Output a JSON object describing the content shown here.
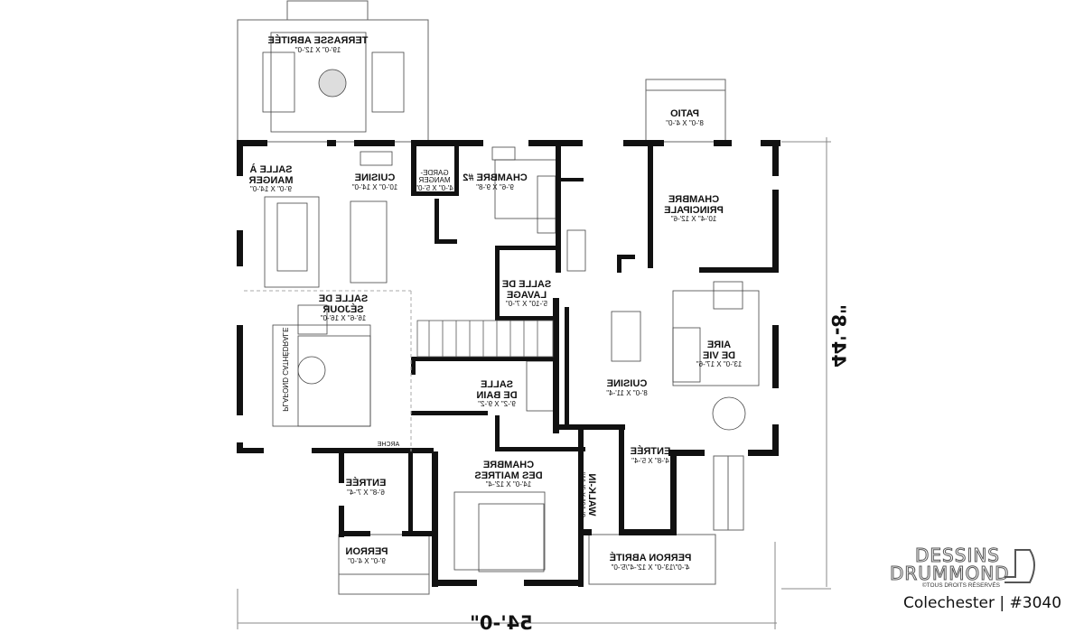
{
  "rooms": {
    "terrasse": {
      "name": "TERRASSE ABRITÉE",
      "dims": "19'-0\" X 12'-0\""
    },
    "patio": {
      "name": "PATIO",
      "dims": "8'-0\" X 4'-0\""
    },
    "salle_manger": {
      "name1": "SALLE À",
      "name2": "MANGER",
      "dims": "9'-0\" X 14'-0\""
    },
    "cuisine_left": {
      "name": "CUISINE",
      "dims": "10'-0\" X 14'-0\""
    },
    "garde_manger": {
      "name1": "GARDE-",
      "name2": "MANGER",
      "dims": "4'-0\" X 5'-0\""
    },
    "chambre2": {
      "name": "CHAMBRE #2",
      "dims": "9'-6\" X 9'-8\""
    },
    "chambre_principale": {
      "name1": "CHAMBRE",
      "name2": "PRINCIPALE",
      "dims": "10'-4\" X 12'-6\""
    },
    "salle_lavage": {
      "name1": "SALLE DE",
      "name2": "LAVAGE",
      "dims": "5'-10\" X 7'-0\""
    },
    "salle_sejour": {
      "name1": "SALLE DE",
      "name2": "SÉJOUR",
      "dims": "16'-6\" X 16'-0\""
    },
    "plafond": "PLAFOND CATHÉDRALE",
    "aire_vie": {
      "name1": "AIRE",
      "name2": "DE VIE",
      "dims": "13'-0\" X 17'-6\""
    },
    "cuisine_right": {
      "name": "CUISINE",
      "dims": "8'-0\" X 11'-4\""
    },
    "salle_bain": {
      "name1": "SALLE",
      "name2": "DE BAIN",
      "dims": "9'-2\" X 9'-2\""
    },
    "arche": "ARCHE",
    "entree_left": {
      "name": "ENTRÉE",
      "dims": "6'-8\" X 7'-4\""
    },
    "chambre_maitres": {
      "name1": "CHAMBRE",
      "name2": "DES MAITRES",
      "dims": "14'-0\" X 12'-4\""
    },
    "walk_in": {
      "name": "WALK-IN",
      "dims": "8'-10\" X 3'-11\""
    },
    "entree_right": {
      "name": "ENTRÉE",
      "dims": "4'-8\" X 5'-4\""
    },
    "perron": {
      "name": "PERRON",
      "dims": "9'-0\" X 4'-0\""
    },
    "perron_abrite": {
      "name": "PERRON ABRITÉ",
      "dims": "4'-0\"/13'-0\" X 12'-4\"/5'-0\""
    }
  },
  "dimensions": {
    "width": "54'-0\"",
    "depth": "44'-8\""
  },
  "branding": {
    "line1": "DESSINS",
    "line2": "DRUMMOND",
    "rights": "©TOUS DROITS RÉSERVÉS",
    "plan": "Colechester | #3040"
  }
}
